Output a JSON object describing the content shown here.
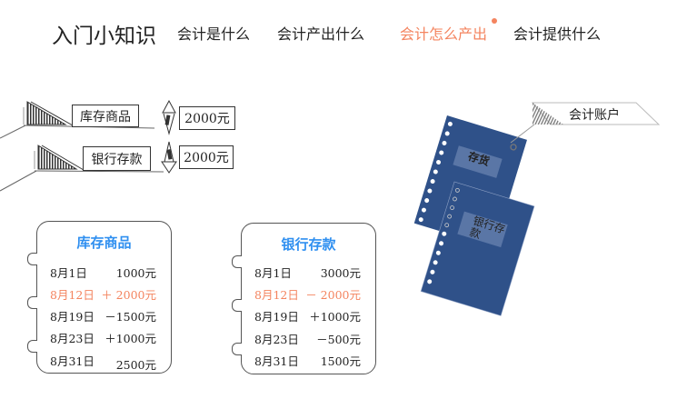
{
  "header": {
    "title": "入门小知识",
    "nav": [
      {
        "label": "会计是什么",
        "active": false
      },
      {
        "label": "会计产出什么",
        "active": false
      },
      {
        "label": "会计怎么产出",
        "active": true
      },
      {
        "label": "会计提供什么",
        "active": false
      }
    ],
    "accent": "#f4845f"
  },
  "diagram": {
    "inventory_label": "库存商品",
    "inventory_amount": "2000元",
    "bank_label": "银行存款",
    "bank_amount": "2000元"
  },
  "cards": [
    {
      "title": "库存商品",
      "rows": [
        {
          "date": "8月1日",
          "value": "1000元"
        },
        {
          "date": "8月12日",
          "value": "＋ 2000元"
        },
        {
          "date": "8月19日",
          "value": "－1500元"
        },
        {
          "date": "8月23日",
          "value": "＋1000元"
        },
        {
          "date": "8月31日",
          "value": "2500元"
        }
      ]
    },
    {
      "title": "银行存款",
      "rows": [
        {
          "date": "8月1日",
          "value": "3000元"
        },
        {
          "date": "8月12日",
          "value": "－ 2000元"
        },
        {
          "date": "8月19日",
          "value": "＋1000元"
        },
        {
          "date": "8月23日",
          "value": "－500元"
        },
        {
          "date": "8月31日",
          "value": "1500元"
        }
      ]
    }
  ],
  "notebooks": {
    "callout": "会计账户",
    "back_label": "存货",
    "front_label": "银行存款",
    "color": "#2f5189"
  }
}
